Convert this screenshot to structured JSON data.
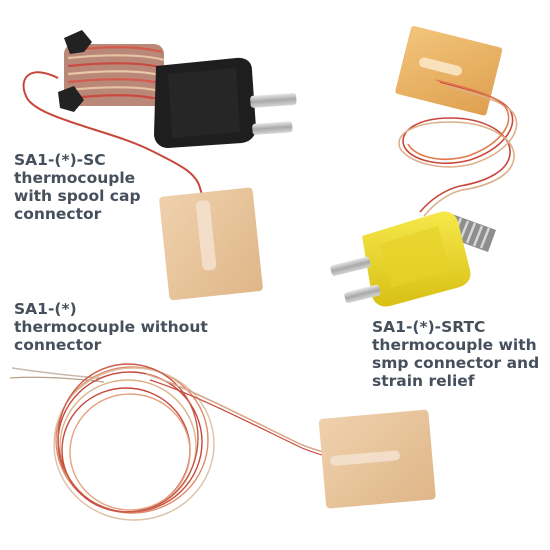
{
  "captions": {
    "spool_cap": "SA1-(*)-SC\nthermocouple\nwith spool cap\nconnector",
    "no_connector": "SA1-(*)\nthermocouple without\nconnector",
    "srtc": "SA1-(*)-SRTC\nthermocouple with\nsmp connector and\nstrain relief"
  },
  "colors": {
    "caption_text": "#46505c",
    "connector_black": "#1e1e1e",
    "connector_yellow": "#f0dc28",
    "pad_tan": "#e9c49a",
    "pad_amber": "#e7b468",
    "wire_red": "#c8473c",
    "wire_tan": "#d9b48a"
  }
}
